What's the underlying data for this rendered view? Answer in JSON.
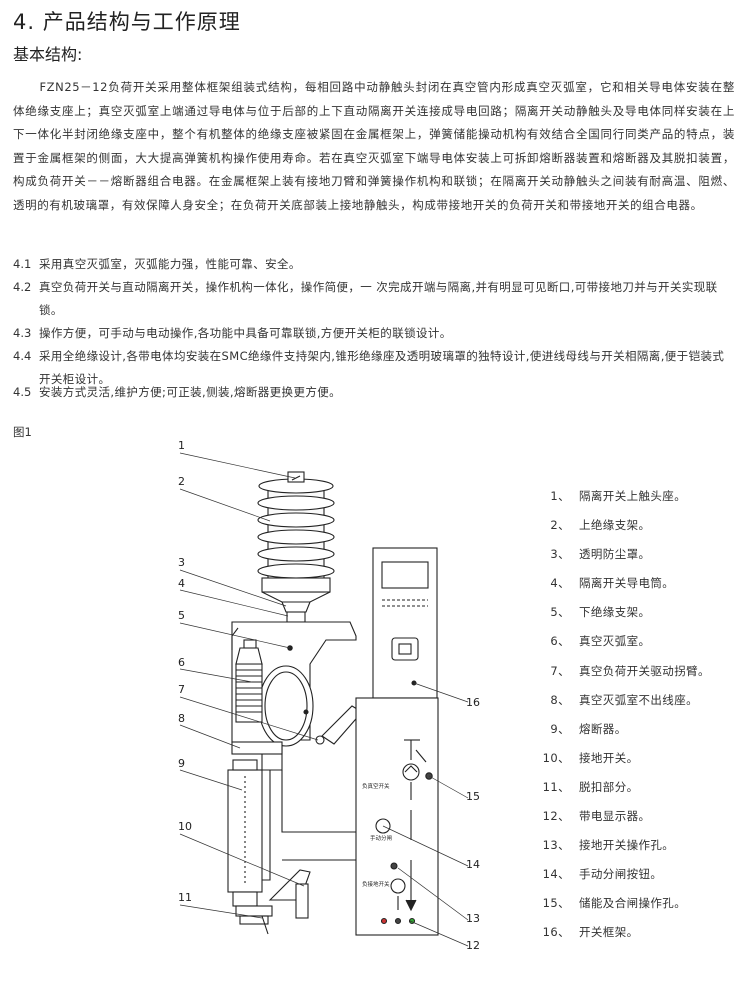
{
  "heading": "4.  产品结构与工作原理",
  "subheading": "基本结构:",
  "intro": "FZN25－12负荷开关采用整体框架组装式结构，每相回路中动静触头封闭在真空管内形成真空灭弧室，它和相关导电体安装在整体绝缘支座上；真空灭弧室上端通过导电体与位于后部的上下直动隔离开关连接成导电回路；隔离开关动静触头及导电体同样安装在上下一体化半封闭绝缘支座中，整个有机整体的绝缘支座被紧固在金属框架上，弹簧储能操动机构有效结合全国同行同类产品的特点，装置于金属框架的侧面，大大提高弹簧机构操作使用寿命。若在真空灭弧室下端导电体安装上可拆卸熔断器装置和熔断器及其脱扣装置，构成负荷开关－－熔断器组合电器。在金属框架上装有接地刀臂和弹簧操作机构和联锁；在隔离开关动静触头之间装有耐高温、阻燃、透明的有机玻璃罩，有效保障人身安全；在负荷开关底部装上接地静触头，构成带接地开关的负荷开关和带接地开关的组合电器。",
  "features": [
    {
      "num": "4.1",
      "text": "采用真空灭弧室，灭弧能力强，性能可靠、安全。"
    },
    {
      "num": "4.2",
      "text": "真空负荷开关与直动隔离开关，操作机构一体化，操作简便，一 次完成开端与隔离,并有明显可见断口,可带接地刀并与开关实现联锁。"
    },
    {
      "num": "4.3",
      "text": "操作方便，可手动与电动操作,各功能中具备可靠联锁,方便开关柜的联锁设计。"
    },
    {
      "num": "4.4",
      "text": "采用全绝缘设计,各带电体均安装在SMC绝缘件支持架内,锥形绝缘座及透明玻璃罩的独特设计,使进线母线与开关相隔离,便于铠装式开关柜设计。"
    },
    {
      "num": "4.5",
      "text": "安装方式灵活,维护方便;可正装,侧装,熔断器更换更方便。"
    }
  ],
  "figure_label": "图1",
  "callouts": [
    "1",
    "2",
    "3",
    "4",
    "5",
    "6",
    "7",
    "8",
    "9",
    "10",
    "11",
    "12",
    "13",
    "14",
    "15",
    "16"
  ],
  "panel_labels": {
    "load_switch": "负真空开关",
    "manual_open": "手动分闸",
    "earth_switch": "负接地开关"
  },
  "legend": [
    {
      "num": "1、",
      "text": "隔离开关上触头座。"
    },
    {
      "num": "2、",
      "text": "上绝缘支架。"
    },
    {
      "num": "3、",
      "text": "透明防尘罩。"
    },
    {
      "num": "4、",
      "text": "隔离开关导电筒。"
    },
    {
      "num": "5、",
      "text": "下绝缘支架。"
    },
    {
      "num": "6、",
      "text": "真空灭弧室。"
    },
    {
      "num": "7、",
      "text": "真空负荷开关驱动拐臂。"
    },
    {
      "num": "8、",
      "text": "真空灭弧室不出线座。"
    },
    {
      "num": "9、",
      "text": "熔断器。"
    },
    {
      "num": "10、",
      "text": "接地开关。"
    },
    {
      "num": "11、",
      "text": "脱扣部分。"
    },
    {
      "num": "12、",
      "text": "带电显示器。"
    },
    {
      "num": "13、",
      "text": "接地开关操作孔。"
    },
    {
      "num": "14、",
      "text": "手动分闸按钮。"
    },
    {
      "num": "15、",
      "text": "储能及合闸操作孔。"
    },
    {
      "num": "16、",
      "text": "开关框架。"
    }
  ]
}
